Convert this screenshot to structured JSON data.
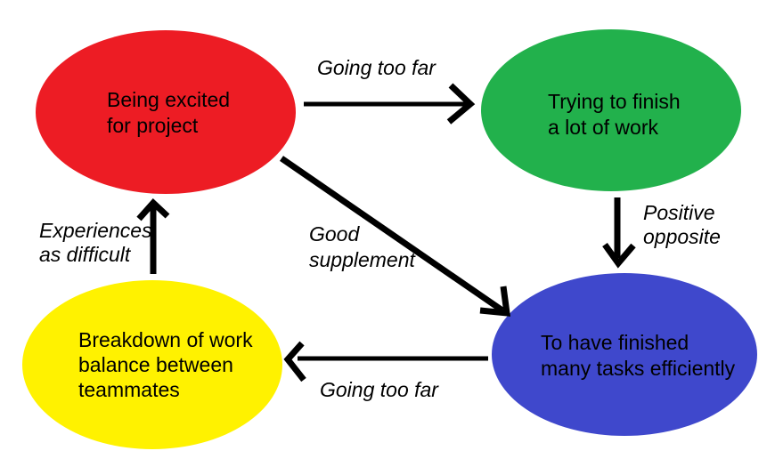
{
  "diagram": {
    "title": "project-motivation-balance-concept-diagram",
    "background_color": "#FFFFFF",
    "arrow_color": "#000000",
    "nodes": [
      {
        "id": "being-excited",
        "lines": [
          "Being excited",
          "for project"
        ],
        "color": "#ED1C24",
        "position": "top-left"
      },
      {
        "id": "trying-to-finish",
        "lines": [
          "Trying to finish",
          "a lot of work"
        ],
        "color": "#22B14C",
        "position": "top-right"
      },
      {
        "id": "finished-many-tasks",
        "lines": [
          "To have finished",
          "many tasks efficiently"
        ],
        "color": "#3F48CC",
        "position": "bottom-right"
      },
      {
        "id": "breakdown-of-work",
        "lines": [
          "Breakdown of work",
          "balance between",
          "teammates"
        ],
        "color": "#FFF200",
        "position": "bottom-left"
      }
    ],
    "edges": [
      {
        "id": "excited-to-trying",
        "from": "being-excited",
        "to": "trying-to-finish",
        "lines": [
          "Going too far"
        ],
        "direction": "right"
      },
      {
        "id": "trying-to-finished",
        "from": "trying-to-finish",
        "to": "finished-many-tasks",
        "lines": [
          "Positive",
          "opposite"
        ],
        "direction": "down"
      },
      {
        "id": "excited-to-finished",
        "from": "being-excited",
        "to": "finished-many-tasks",
        "lines": [
          "Good",
          "supplement"
        ],
        "direction": "diagonal-down-right"
      },
      {
        "id": "finished-to-breakdown",
        "from": "finished-many-tasks",
        "to": "breakdown-of-work",
        "lines": [
          "Going too far"
        ],
        "direction": "left"
      },
      {
        "id": "breakdown-to-excited",
        "from": "breakdown-of-work",
        "to": "being-excited",
        "lines": [
          "Experiences",
          "as difficult"
        ],
        "direction": "up"
      }
    ]
  }
}
